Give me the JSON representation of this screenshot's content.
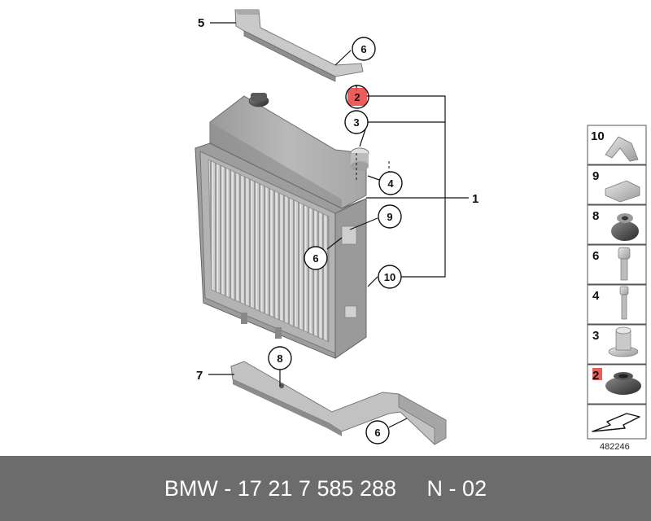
{
  "callouts": {
    "part_6_top": "6",
    "part_2": "2",
    "part_3": "3",
    "part_4": "4",
    "part_9": "9",
    "part_6_mid": "6",
    "part_10": "10",
    "part_8": "8",
    "part_6_bottom": "6"
  },
  "labels": {
    "part_5": "5",
    "part_1": "1",
    "part_7": "7"
  },
  "legend": {
    "items": [
      {
        "num": "10",
        "icon": "clip-icon"
      },
      {
        "num": "9",
        "icon": "spring-nut-icon"
      },
      {
        "num": "8",
        "icon": "rubber-mount-icon"
      },
      {
        "num": "6",
        "icon": "torx-bolt-icon"
      },
      {
        "num": "4",
        "icon": "screw-icon"
      },
      {
        "num": "3",
        "icon": "bushing-icon"
      },
      {
        "num": "2",
        "icon": "grommet-icon",
        "highlighted": true
      }
    ],
    "highlight_color": "#e8413c"
  },
  "diagram_code": "482246",
  "footer": {
    "text": "BMW - 17 21 7 585 288     N - 02"
  }
}
